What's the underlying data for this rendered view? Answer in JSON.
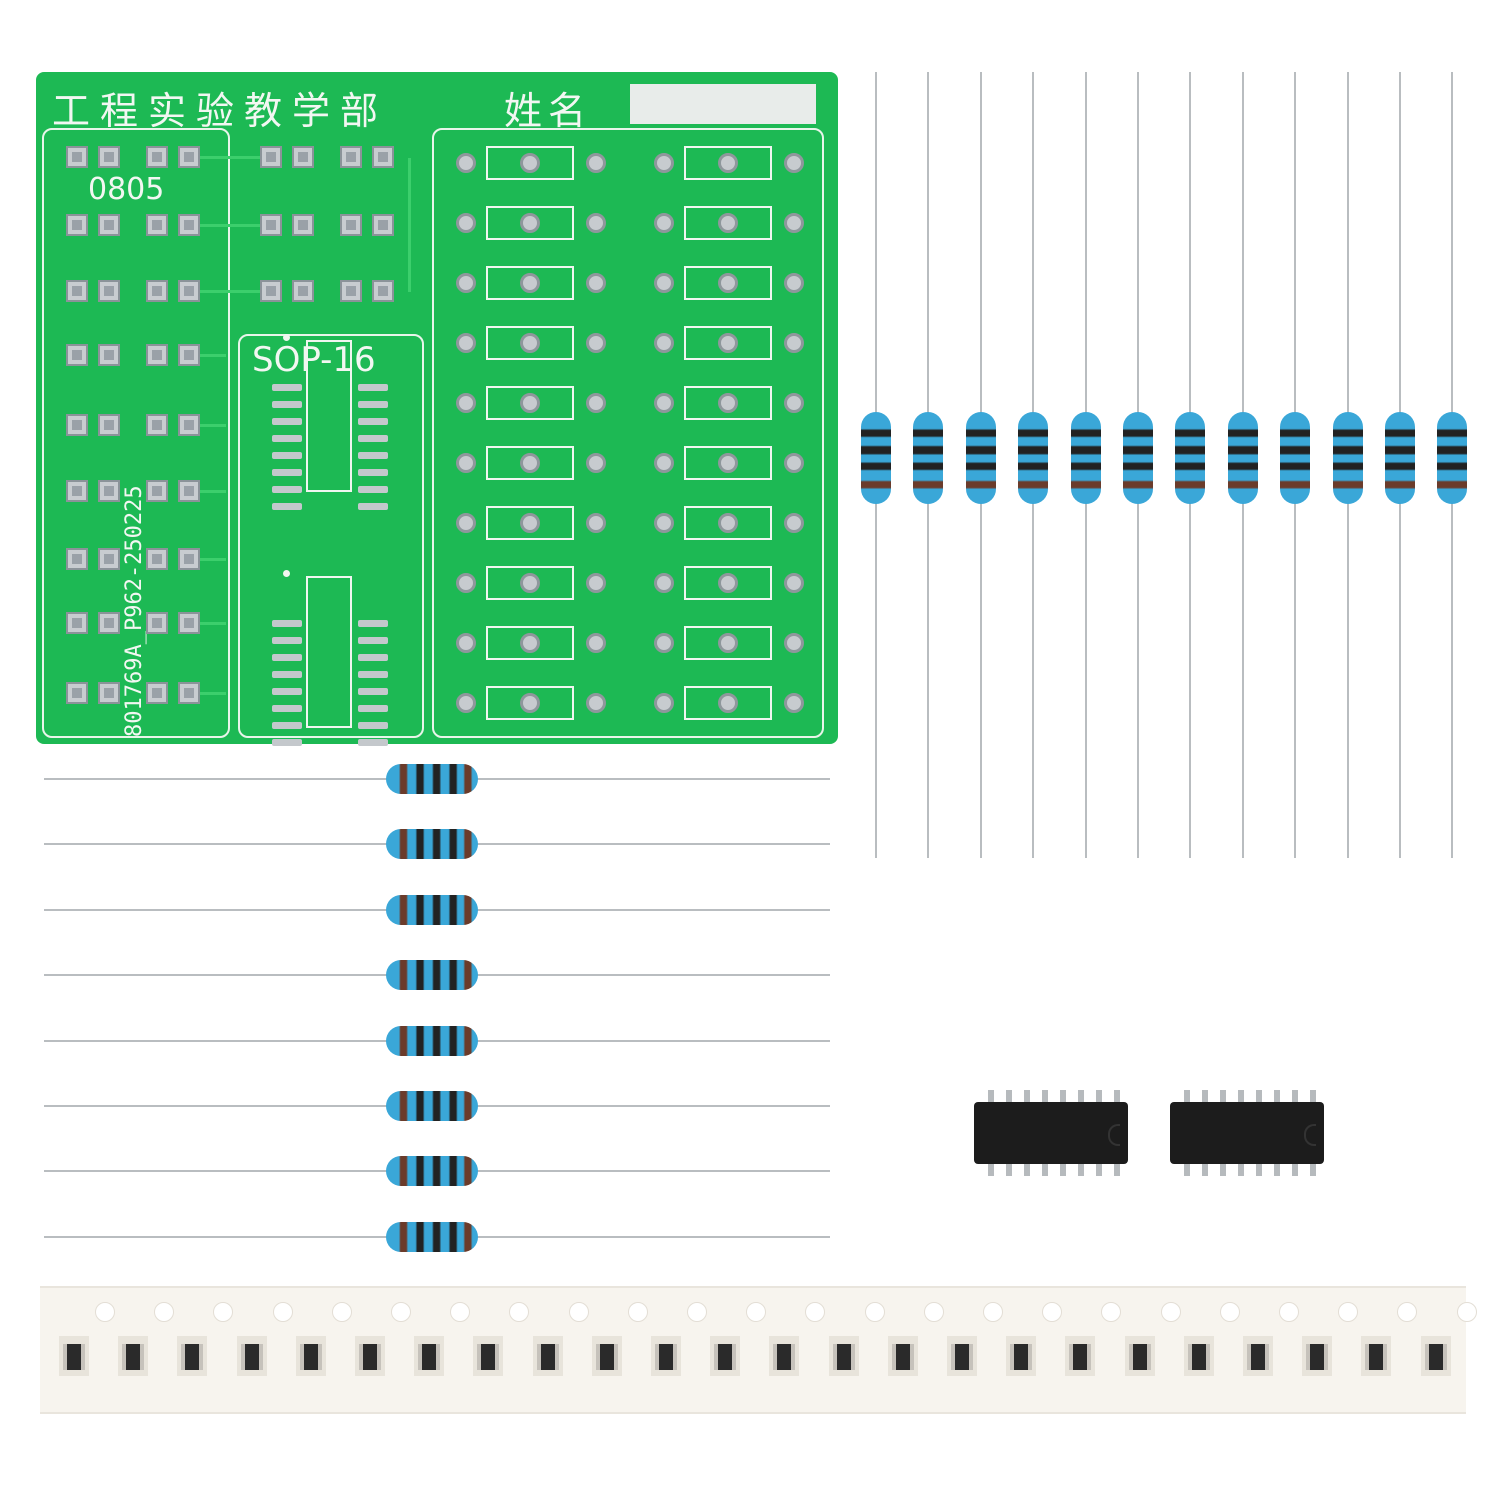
{
  "pcb": {
    "title": "工程实验教学部",
    "name_label": "姓名",
    "footprint_0805_label": "0805",
    "sop_label": "SOP-16",
    "board_code": "801769A_P962-250225"
  },
  "colors": {
    "board_green": "#1db954",
    "silkscreen": "#f0f6f0",
    "resistor_blue": "#3aa7d8",
    "ic_black": "#1c1c1c"
  },
  "components": {
    "vertical_resistors": 12,
    "horizontal_resistors": 8,
    "sop16_ics": 2,
    "smd_resistors_on_tape": 24
  }
}
